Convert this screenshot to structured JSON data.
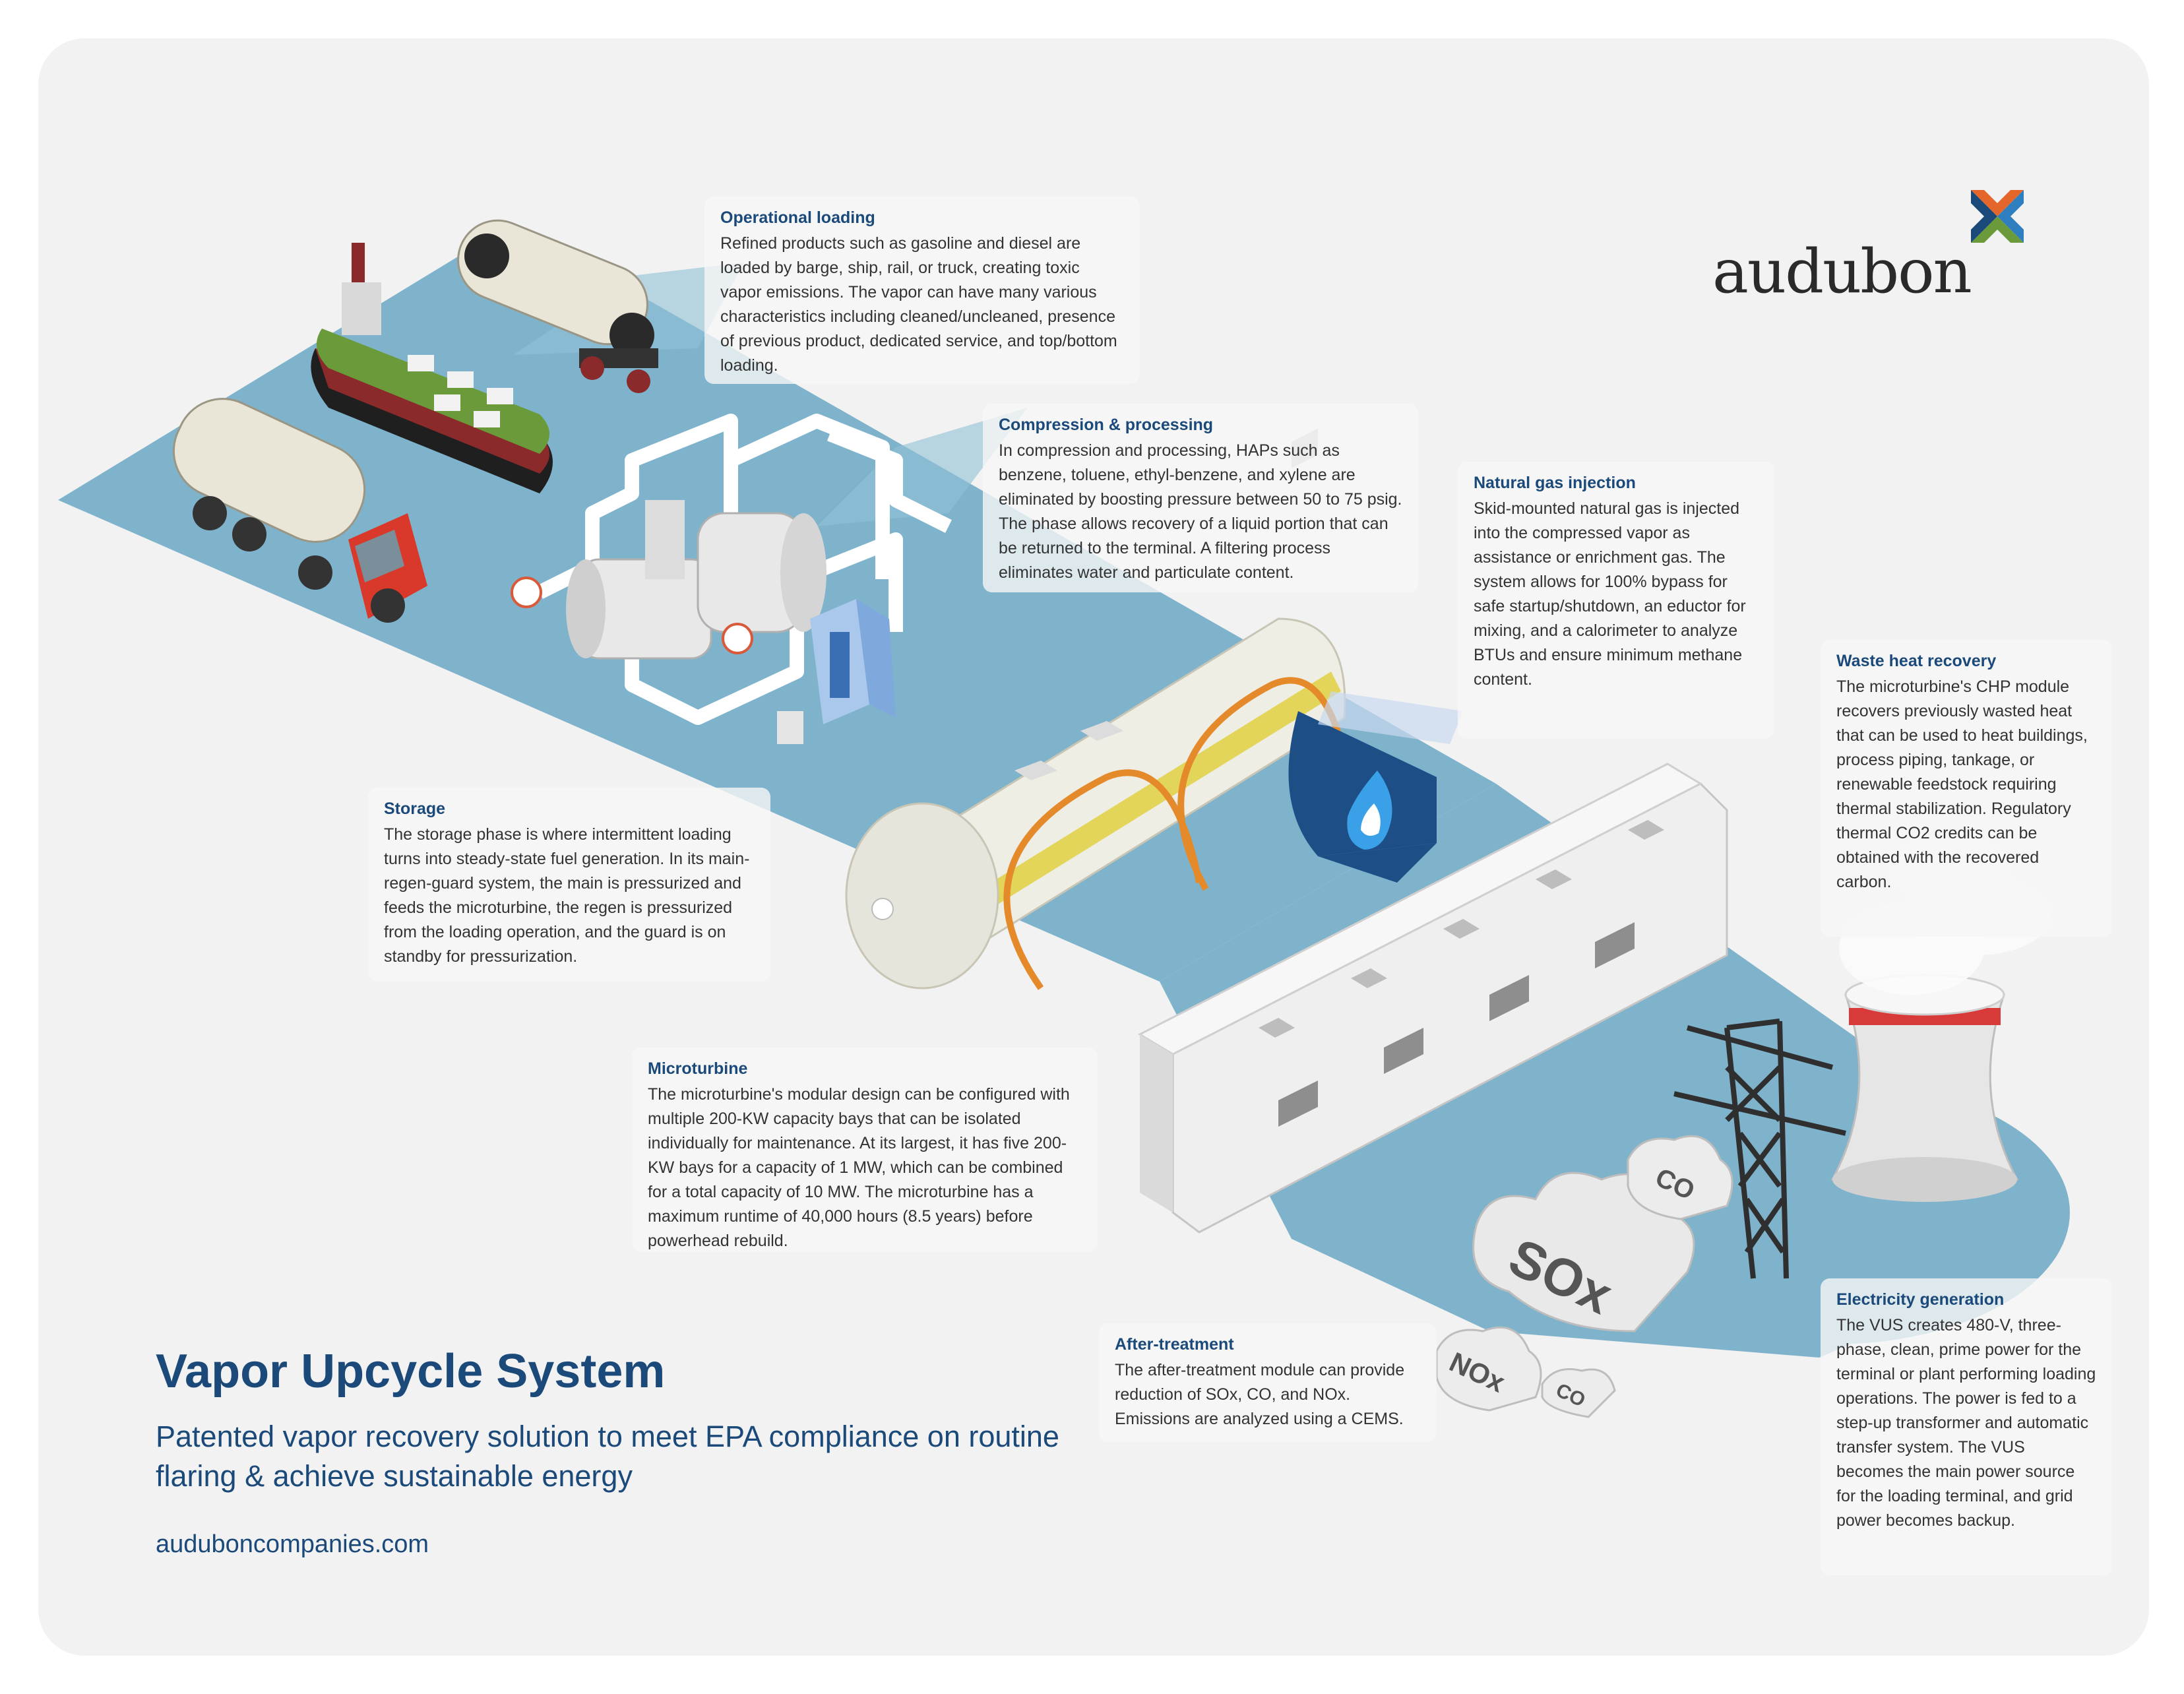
{
  "brand": {
    "name": "audubon",
    "logo_icon": "audubon-x-mark-icon",
    "colors": {
      "navy": "#1b4a7a",
      "orange": "#e4662a",
      "green": "#6a9a3a",
      "blue": "#2f7fc0"
    }
  },
  "title": "Vapor Upcycle System",
  "subtitle": "Patented vapor recovery solution to meet EPA compliance on routine flaring & achieve sustainable energy",
  "url": "auduboncompanies.com",
  "sections": {
    "operational_loading": {
      "heading": "Operational loading",
      "body": "Refined products such as gasoline and diesel are loaded by barge, ship, rail, or truck, creating toxic vapor emissions. The vapor can have many various characteristics including cleaned/uncleaned, presence of previous product, dedicated service, and top/bottom loading."
    },
    "compression": {
      "heading": "Compression & processing",
      "body": "In compression and processing, HAPs such as benzene, toluene, ethyl-benzene, and xylene are eliminated by boosting pressure between 50 to 75 psig. The phase allows recovery of a liquid portion that can be returned to the terminal. A filtering process eliminates water and particulate content."
    },
    "natural_gas": {
      "heading": "Natural gas injection",
      "body": "Skid-mounted natural gas is injected into the compressed vapor as assistance or enrichment gas. The system allows for 100% bypass for safe startup/shutdown, an eductor for mixing, and a calorimeter to analyze BTUs and ensure minimum methane content."
    },
    "waste_heat": {
      "heading": "Waste heat recovery",
      "body": "The microturbine's CHP module recovers previously wasted heat that can be used to heat buildings, process piping, tankage, or renewable feedstock requiring thermal stabilization. Regulatory thermal CO2 credits can be obtained with the recovered carbon."
    },
    "storage": {
      "heading": "Storage",
      "body": "The storage phase is where intermittent loading turns into steady-state fuel generation. In its main-regen-guard system, the main is pressurized and feeds the microturbine, the regen is pressurized from the loading operation, and the guard is on standby for pressurization."
    },
    "microturbine": {
      "heading": "Microturbine",
      "body": "The microturbine's modular design can be configured with multiple 200-KW capacity bays that can be isolated individually for maintenance. At its largest, it has five 200-KW bays for a capacity of 1 MW, which can be combined for a total capacity of 10 MW. The microturbine has a maximum runtime of 40,000 hours (8.5 years) before powerhead rebuild."
    },
    "after_treatment": {
      "heading": "After-treatment",
      "body": "The after-treatment module can provide reduction of SOx, CO, and NOx. Emissions are analyzed using a CEMS."
    },
    "electricity": {
      "heading": "Electricity generation",
      "body": "The VUS creates 480-V, three-phase, clean, prime power for the terminal or plant performing loading operations. The power is fed to a step-up transformer and automatic transfer system. The VUS becomes the main power source for the loading terminal, and grid power becomes backup."
    }
  },
  "emission_labels": {
    "sox": "SOx",
    "co_large": "CO",
    "nox": "NOx",
    "co_small": "CO"
  },
  "illustration_icons": [
    "tanker-truck-icon",
    "ship-icon",
    "rail-car-icon",
    "compressor-icon",
    "storage-tank-icon",
    "flame-icon",
    "microturbine-container-icon",
    "power-pylon-icon",
    "cooling-tower-icon",
    "emission-cloud-icon"
  ]
}
